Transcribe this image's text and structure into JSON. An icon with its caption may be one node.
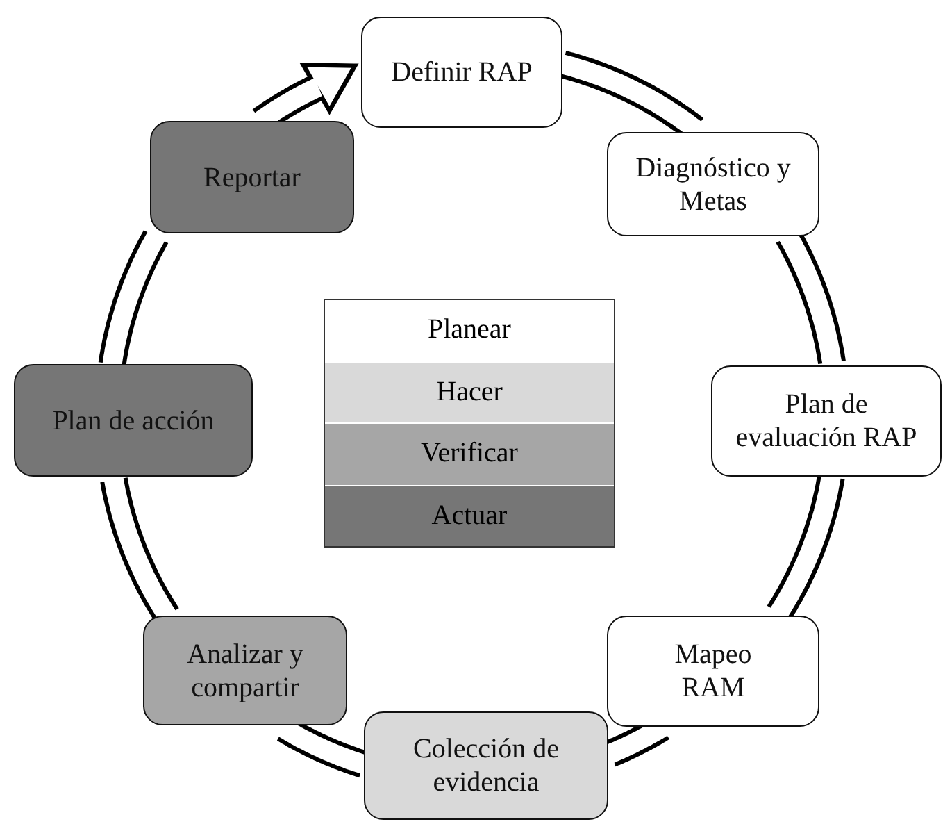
{
  "diagram": {
    "nodes": [
      {
        "text": [
          "Definir RAP"
        ]
      },
      {
        "text": [
          "Diagnóstico y Metas"
        ]
      },
      {
        "text": [
          "Plan de evaluación RAP"
        ]
      },
      {
        "text": [
          "Mapeo RAM"
        ]
      },
      {
        "text": [
          "Colección de evidencia"
        ]
      },
      {
        "text": [
          "Analizar y compartir"
        ]
      },
      {
        "text": [
          "Plan de acción"
        ]
      },
      {
        "text": [
          "Reportar"
        ]
      }
    ],
    "edges": [
      {
        "from": 0,
        "to": 1,
        "arrow": "none"
      },
      {
        "from": 1,
        "to": 2,
        "arrow": "none"
      },
      {
        "from": 2,
        "to": 3,
        "arrow": "none"
      },
      {
        "from": 3,
        "to": 4,
        "arrow": "none"
      },
      {
        "from": 4,
        "to": 5,
        "arrow": "none"
      },
      {
        "from": 5,
        "to": 6,
        "arrow": "none"
      },
      {
        "from": 6,
        "to": 7,
        "arrow": "none"
      },
      {
        "from": 7,
        "to": 0,
        "arrow": "to"
      }
    ],
    "legend": [
      {
        "text": "Planear",
        "color": "#ffffff"
      },
      {
        "text": "Hacer",
        "color": "#d9d9d9"
      },
      {
        "text": "Verificar",
        "color": "#a6a6a6"
      },
      {
        "text": "Actuar",
        "color": "#767676"
      }
    ]
  }
}
